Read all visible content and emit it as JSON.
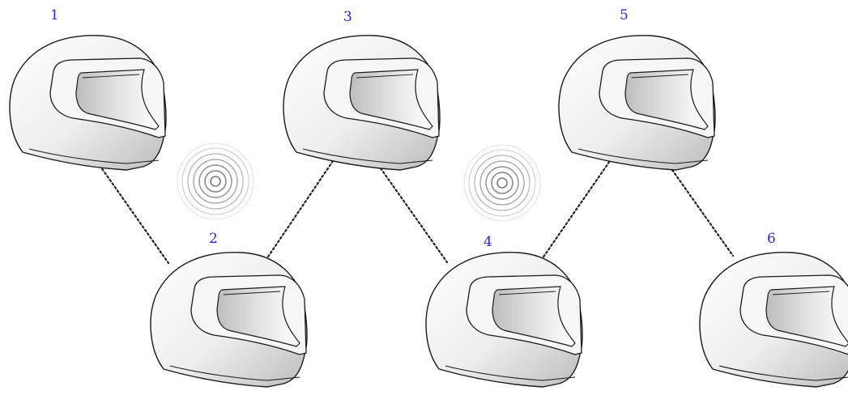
{
  "colors": {
    "label": "#2828d8",
    "outline": "#1a1a1a",
    "link": "#222222",
    "signal": "#9a9a9a"
  },
  "nodes": [
    {
      "id": "1",
      "label": "1"
    },
    {
      "id": "2",
      "label": "2"
    },
    {
      "id": "3",
      "label": "3"
    },
    {
      "id": "4",
      "label": "4"
    },
    {
      "id": "5",
      "label": "5"
    },
    {
      "id": "6",
      "label": "6"
    }
  ],
  "links": [
    {
      "from": "1",
      "to": "2",
      "style": "dotted"
    },
    {
      "from": "2",
      "to": "3",
      "style": "dotted"
    },
    {
      "from": "3",
      "to": "4",
      "style": "dotted"
    },
    {
      "from": "4",
      "to": "5",
      "style": "dotted"
    },
    {
      "from": "5",
      "to": "6",
      "style": "dotted"
    }
  ],
  "signals": [
    {
      "id": "signal-a",
      "icon": "concentric-rings-icon"
    },
    {
      "id": "signal-b",
      "icon": "concentric-rings-icon"
    }
  ]
}
